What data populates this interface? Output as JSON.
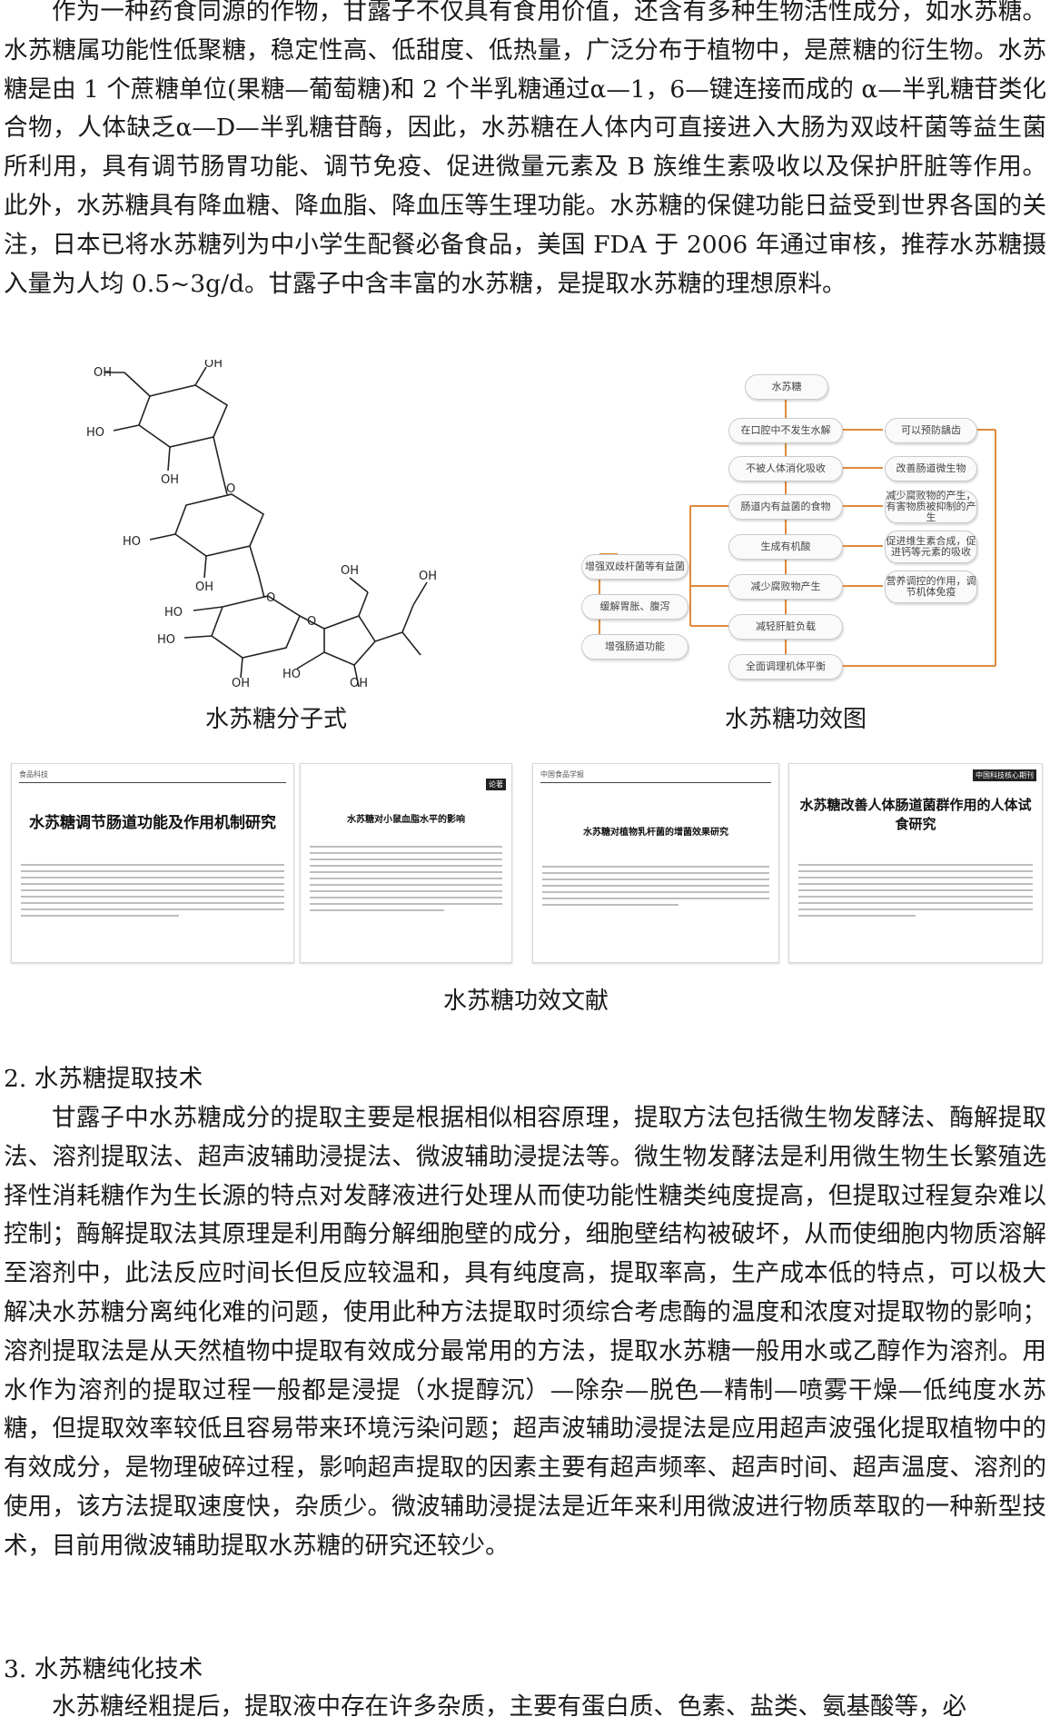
{
  "intro_paragraph": "作为一种药食同源的作物，甘露子不仅具有食用价值，还含有多种生物活性成分，如水苏糖。水苏糖属功能性低聚糖，稳定性高、低甜度、低热量，广泛分布于植物中，是蔗糖的衍生物。水苏糖是由 1 个蔗糖单位(果糖—葡萄糖)和 2 个半乳糖通过α—1，6—键连接而成的 α—半乳糖苷类化合物，人体缺乏α—D—半乳糖苷酶，因此，水苏糖在人体内可直接进入大肠为双歧杆菌等益生菌所利用，具有调节肠胃功能、调节免疫、促进微量元素及 B 族维生素吸收以及保护肝脏等作用。此外，水苏糖具有降血糖、降血脂、降血压等生理功能。水苏糖的保健功能日益受到世界各国的关注，日本已将水苏糖列为中小学生配餐必备食品，美国 FDA 于 2006 年通过审核，推荐水苏糖摄入量为人均 0.5~3g/d。甘露子中含丰富的水苏糖，是提取水苏糖的理想原料。",
  "figures": {
    "molecule_caption": "水苏糖分子式",
    "flow_caption": "水苏糖功效图",
    "papers_caption": "水苏糖功效文献",
    "molecule_labels": {
      "oh": "OH",
      "ho": "HO",
      "o": "O"
    },
    "flow_nodes": {
      "root": "水苏糖",
      "n1": "在口腔中不发生水解",
      "n2": "不被人体消化吸收",
      "n3": "肠道内有益菌的食物",
      "n4": "生成有机酸",
      "n5": "减少腐败物产生",
      "n6": "减轻肝脏负载",
      "n7": "全面调理机体平衡",
      "r1": "可以预防龋齿",
      "r2": "改善肠道微生物",
      "r3": "减少腐败物的产生，有害物质被抑制的产生",
      "r4": "促进维生素合成，促进钙等元素的吸收",
      "r5": "营养调控的作用，调节机体免疫",
      "l1": "增强双歧杆菌等有益菌",
      "l2": "缓解胃胀、腹泻",
      "l3": "增强肠道功能"
    },
    "papers": [
      {
        "title": "水苏糖调节肠道功能及作用机制研究",
        "journal": "食品科技"
      },
      {
        "title": "水苏糖对小鼠血脂水平的影响",
        "journal": "论著"
      },
      {
        "title": "水苏糖对植物乳杆菌的增菌效果研究",
        "journal": "中国食品学报"
      },
      {
        "title": "水苏糖改善人体肠道菌群作用的人体试食研究",
        "journal": "中国科技核心期刊"
      }
    ]
  },
  "section2": {
    "heading": "2. 水苏糖提取技术",
    "paragraph": "甘露子中水苏糖成分的提取主要是根据相似相容原理，提取方法包括微生物发酵法、酶解提取法、溶剂提取法、超声波辅助浸提法、微波辅助浸提法等。微生物发酵法是利用微生物生长繁殖选择性消耗糖作为生长源的特点对发酵液进行处理从而使功能性糖类纯度提高，但提取过程复杂难以控制；酶解提取法其原理是利用酶分解细胞壁的成分，细胞壁结构被破坏，从而使细胞内物质溶解至溶剂中，此法反应时间长但反应较温和，具有纯度高，提取率高，生产成本低的特点，可以极大解决水苏糖分离纯化难的问题，使用此种方法提取时须综合考虑酶的温度和浓度对提取物的影响；溶剂提取法是从天然植物中提取有效成分最常用的方法，提取水苏糖一般用水或乙醇作为溶剂。用水作为溶剂的提取过程一般都是浸提（水提醇沉）—除杂—脱色—精制—喷雾干燥—低纯度水苏糖，但提取效率较低且容易带来环境污染问题；超声波辅助浸提法是应用超声波强化提取植物中的有效成分，是物理破碎过程，影响超声提取的因素主要有超声频率、超声时间、超声温度、溶剂的使用，该方法提取速度快，杂质少。微波辅助浸提法是近年来利用微波进行物质萃取的一种新型技术，目前用微波辅助提取水苏糖的研究还较少。"
  },
  "section3": {
    "heading": "3. 水苏糖纯化技术",
    "paragraph": "水苏糖经粗提后，提取液中存在许多杂质，主要有蛋白质、色素、盐类、氨基酸等，必"
  }
}
